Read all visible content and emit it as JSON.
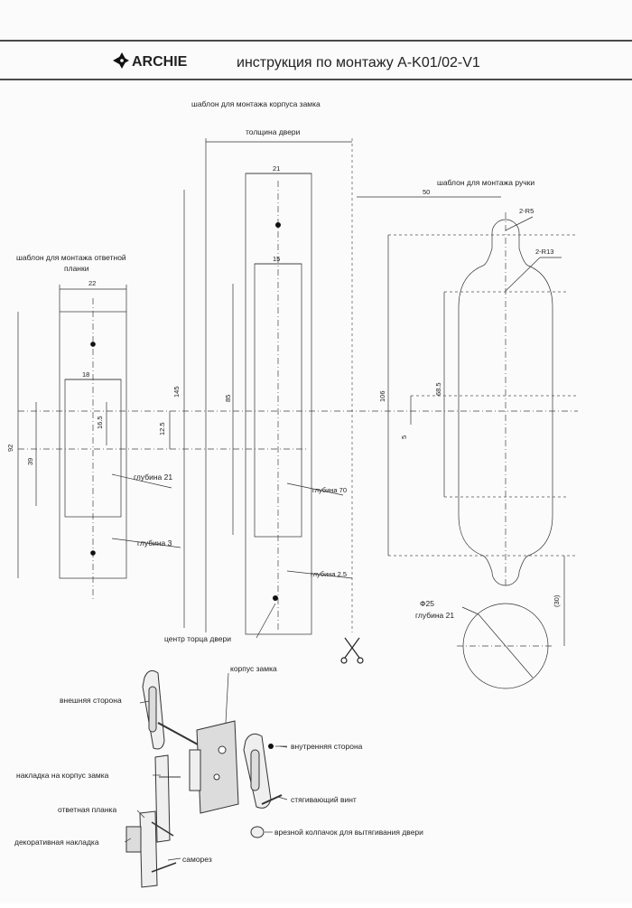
{
  "header": {
    "logo_text": "ARCHIE",
    "logo_icon": "diamond-cross-icon",
    "title": "инструкция по монтажу A-K01/02-V1"
  },
  "labels": {
    "lock_template": "шаблон для монтажа корпуса замка",
    "door_thickness": "толщина двери",
    "handle_template": "шаблон для монтажа ручки",
    "strike_template_1": "шаблон для монтажа ответной",
    "strike_template_2": "планки",
    "depth_21": "глубина 21",
    "depth_3": "глубина 3",
    "depth_70": "глубина 70",
    "depth_2_5": "глубина 2.5",
    "door_edge_center": "центр торца двери",
    "diameter": "Ф25",
    "depth_21_b": "глубина 21",
    "scissors_icon": "scissors-icon"
  },
  "dimensions": {
    "d21": "21",
    "d50": "50",
    "d22": "22",
    "d15": "15",
    "d18": "18",
    "d16_5": "16.5",
    "d92": "92",
    "d39": "39",
    "d12_5": "12.5",
    "d145": "145",
    "d85": "85",
    "d106": "106",
    "d68_5": "68.5",
    "d5": "5",
    "d30": "(30)",
    "r5": "2-R5",
    "r13": "2-R13"
  },
  "assembly": {
    "lock_body": "корпус замка",
    "outer_side": "внешняя сторона",
    "inner_side": "внутренняя сторона",
    "lock_cover": "накладка на корпус замка",
    "tie_screw": "стягивающий винт",
    "strike_plate": "ответная планка",
    "door_cap": "врезной колпачок для вытягивания двери",
    "decor_plate": "декоративная накладка",
    "self_tap": "саморез"
  }
}
